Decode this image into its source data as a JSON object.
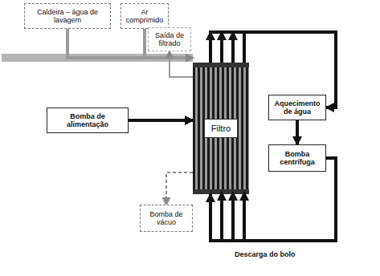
{
  "diagram": {
    "nodes": [
      {
        "text": [
          "Caldeira – água de lavagem"
        ]
      },
      {
        "text": [
          "Ar comprimido"
        ]
      },
      {
        "text": [
          "Saída de filtrado"
        ]
      },
      {
        "text": [
          "Bomba de alimentação"
        ]
      },
      {
        "text": [
          "Filtro"
        ]
      },
      {
        "text": [
          "Aquecimento de água"
        ]
      },
      {
        "text": [
          "Bomba centrífuga"
        ]
      },
      {
        "text": [
          "Bomba de vácuo"
        ]
      }
    ],
    "edges": [
      {
        "from": 0,
        "to": 4,
        "arrow": "to"
      },
      {
        "from": 1,
        "to": 4,
        "arrow": "to"
      },
      {
        "from": 4,
        "to": 2,
        "arrow": "to"
      },
      {
        "from": 3,
        "to": 4,
        "arrow": "to"
      },
      {
        "from": 4,
        "to": 5,
        "arrow": "to"
      },
      {
        "from": 5,
        "to": 6,
        "arrow": "to"
      },
      {
        "from": 6,
        "to": 4,
        "arrow": "to"
      },
      {
        "from": 4,
        "to": 7,
        "arrow": "to"
      }
    ],
    "labels": [
      "Descarga do bolo"
    ]
  }
}
